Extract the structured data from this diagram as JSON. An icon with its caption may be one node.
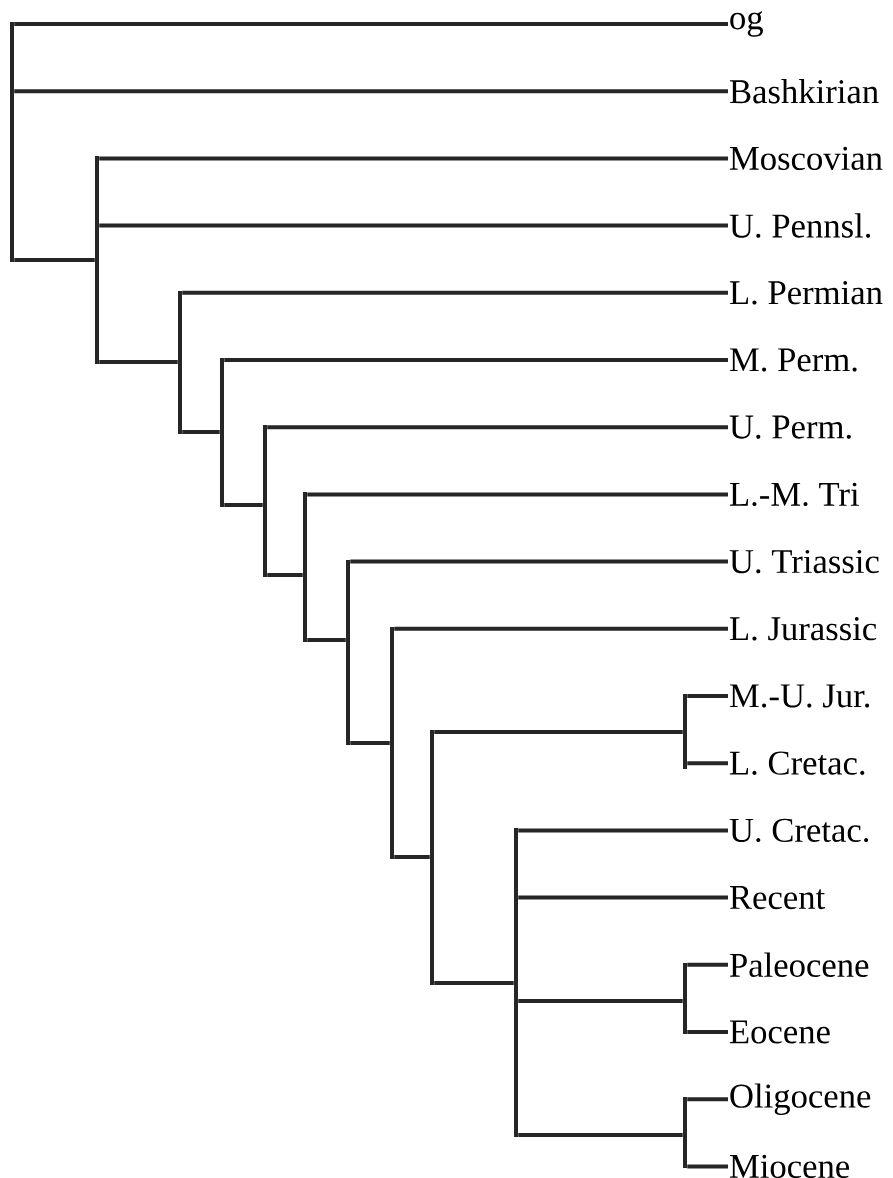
{
  "diagram": {
    "nodes": [
      {
        "text": [
          "og"
        ]
      },
      {
        "text": [
          "Bashkirian"
        ]
      },
      {
        "text": [
          "Moscovian"
        ]
      },
      {
        "text": [
          "U. Pennsl."
        ]
      },
      {
        "text": [
          "L. Permian"
        ]
      },
      {
        "text": [
          "M. Perm."
        ]
      },
      {
        "text": [
          "U. Perm."
        ]
      },
      {
        "text": [
          "L.-M. Tri"
        ]
      },
      {
        "text": [
          "U. Triassic"
        ]
      },
      {
        "text": [
          "L. Jurassic"
        ]
      },
      {
        "text": [
          "M.-U. Jur."
        ]
      },
      {
        "text": [
          "L. Cretac."
        ]
      },
      {
        "text": [
          "U. Cretac."
        ]
      },
      {
        "text": [
          "Recent"
        ]
      },
      {
        "text": [
          "Paleocene"
        ]
      },
      {
        "text": [
          "Eocene"
        ]
      },
      {
        "text": [
          "Oligocene"
        ]
      },
      {
        "text": [
          "Miocene"
        ]
      },
      {
        "text": [],
        "shape": "bar"
      },
      {
        "text": [],
        "shape": "bar"
      },
      {
        "text": [],
        "shape": "bar"
      },
      {
        "text": [],
        "shape": "bar"
      },
      {
        "text": [],
        "shape": "bar"
      },
      {
        "text": [],
        "shape": "bar"
      },
      {
        "text": [],
        "shape": "bar"
      },
      {
        "text": [],
        "shape": "bar"
      },
      {
        "text": [],
        "shape": "bar"
      },
      {
        "text": [],
        "shape": "bar"
      },
      {
        "text": [],
        "shape": "bar"
      },
      {
        "text": [],
        "shape": "bar"
      },
      {
        "text": [],
        "shape": "bar"
      }
    ],
    "edges": [
      {
        "from": 18,
        "to": 0,
        "arrow": "none"
      },
      {
        "from": 18,
        "to": 1,
        "arrow": "none"
      },
      {
        "from": 18,
        "to": 19,
        "arrow": "none"
      },
      {
        "from": 19,
        "to": 2,
        "arrow": "none"
      },
      {
        "from": 19,
        "to": 3,
        "arrow": "none"
      },
      {
        "from": 19,
        "to": 20,
        "arrow": "none"
      },
      {
        "from": 20,
        "to": 4,
        "arrow": "none"
      },
      {
        "from": 20,
        "to": 21,
        "arrow": "none"
      },
      {
        "from": 21,
        "to": 5,
        "arrow": "none"
      },
      {
        "from": 21,
        "to": 22,
        "arrow": "none"
      },
      {
        "from": 22,
        "to": 6,
        "arrow": "none"
      },
      {
        "from": 22,
        "to": 23,
        "arrow": "none"
      },
      {
        "from": 23,
        "to": 7,
        "arrow": "none"
      },
      {
        "from": 23,
        "to": 24,
        "arrow": "none"
      },
      {
        "from": 24,
        "to": 8,
        "arrow": "none"
      },
      {
        "from": 24,
        "to": 25,
        "arrow": "none"
      },
      {
        "from": 25,
        "to": 9,
        "arrow": "none"
      },
      {
        "from": 25,
        "to": 26,
        "arrow": "none"
      },
      {
        "from": 26,
        "to": 27,
        "arrow": "none"
      },
      {
        "from": 26,
        "to": 28,
        "arrow": "none"
      },
      {
        "from": 27,
        "to": 10,
        "arrow": "none"
      },
      {
        "from": 27,
        "to": 11,
        "arrow": "none"
      },
      {
        "from": 28,
        "to": 12,
        "arrow": "none"
      },
      {
        "from": 28,
        "to": 13,
        "arrow": "none"
      },
      {
        "from": 28,
        "to": 29,
        "arrow": "none"
      },
      {
        "from": 28,
        "to": 30,
        "arrow": "none"
      },
      {
        "from": 29,
        "to": 14,
        "arrow": "none"
      },
      {
        "from": 29,
        "to": 15,
        "arrow": "none"
      },
      {
        "from": 30,
        "to": 16,
        "arrow": "none"
      },
      {
        "from": 30,
        "to": 17,
        "arrow": "none"
      }
    ]
  }
}
